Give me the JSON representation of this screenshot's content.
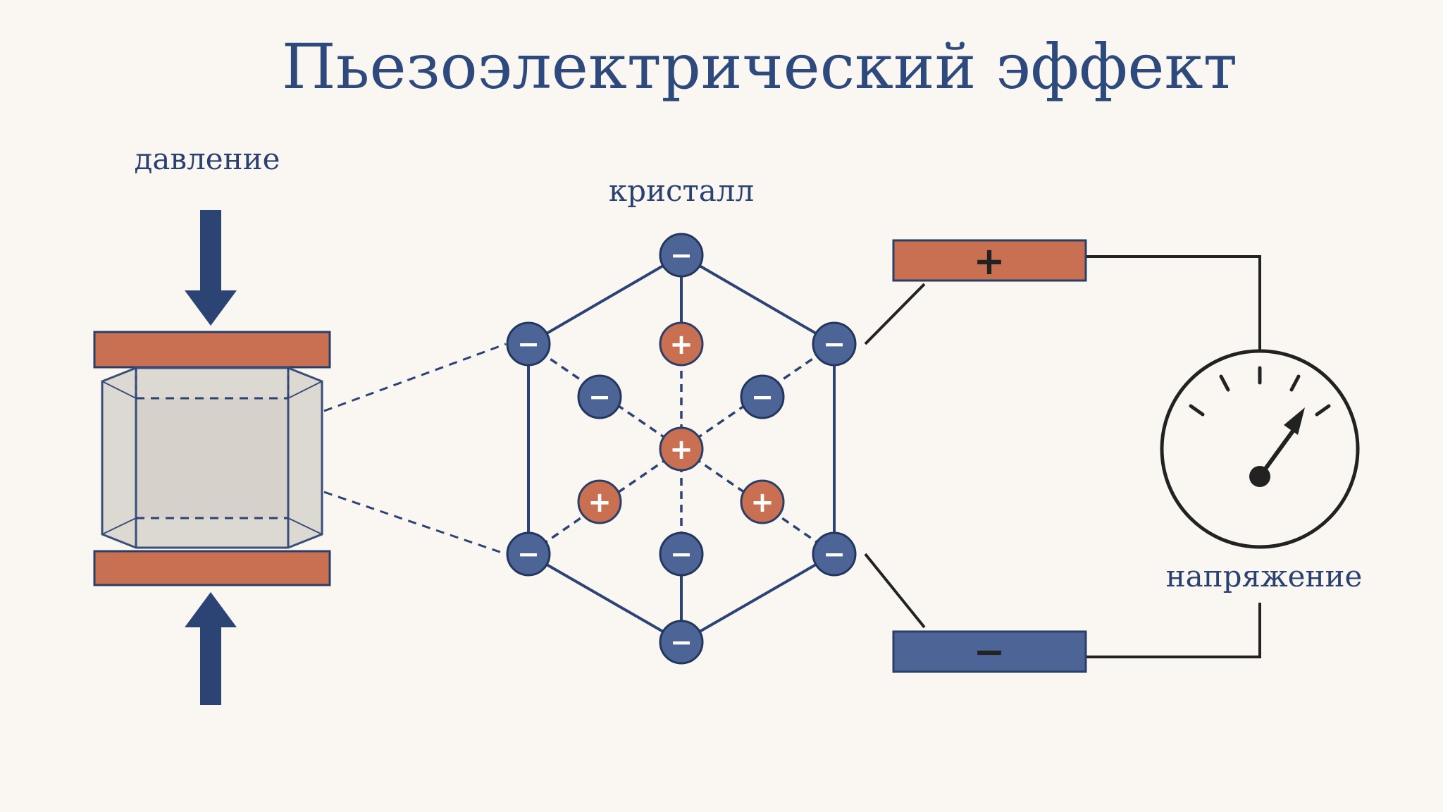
{
  "title": "Пьезоэлектрический эффект",
  "labels": {
    "pressure": "давление",
    "crystal": "кристалл",
    "voltage": "напряжение"
  },
  "symbols": {
    "plus": "+",
    "minus": "−"
  },
  "colors": {
    "navy": "#2b4474",
    "copper": "#c96f52",
    "blue_ion": "#4d6596",
    "crystal_fill": "#dcd8d2",
    "wire": "#222222",
    "background": "#faf7f2"
  },
  "icons": {
    "arrow_down": "arrow-down-icon",
    "arrow_up": "arrow-up-icon",
    "gauge": "voltmeter-gauge-icon"
  }
}
